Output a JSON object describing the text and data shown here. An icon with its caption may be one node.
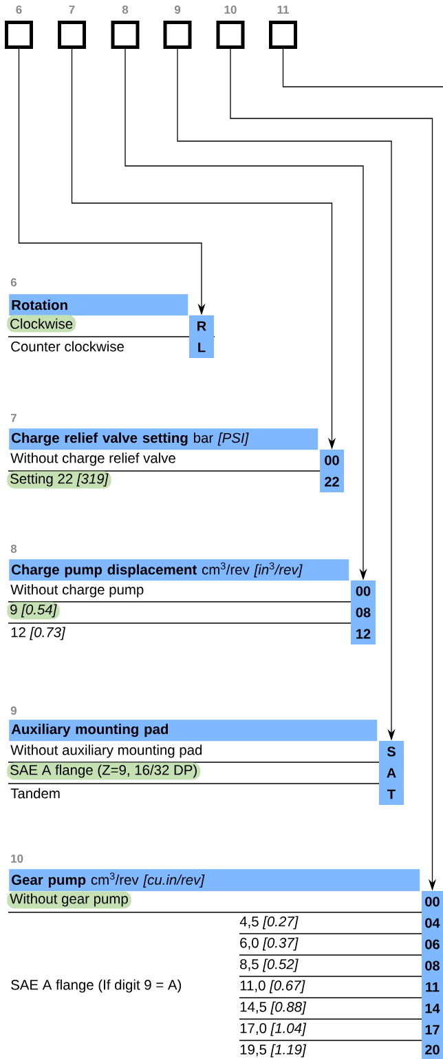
{
  "diagram": {
    "nodes": [
      {
        "text": [],
        "shape": "box",
        "beside": [
          "6"
        ]
      },
      {
        "text": [],
        "shape": "box",
        "beside": [
          "7"
        ]
      },
      {
        "text": [],
        "shape": "box",
        "beside": [
          "8"
        ]
      },
      {
        "text": [],
        "shape": "box",
        "beside": [
          "9"
        ]
      },
      {
        "text": [],
        "shape": "box",
        "beside": [
          "10"
        ]
      },
      {
        "text": [],
        "shape": "box",
        "beside": [
          "11"
        ]
      },
      {
        "text": [
          "**Rotation**"
        ]
      },
      {
        "text": [
          "Clockwise"
        ]
      },
      {
        "text": [
          "R"
        ]
      },
      {
        "text": [
          "L"
        ]
      },
      {
        "text": [
          "**Charge relief valve setting** bar *[PSI]*"
        ]
      },
      {
        "text": [
          "00"
        ]
      },
      {
        "text": [
          "Setting 22 *[319]*"
        ]
      },
      {
        "text": [
          "22"
        ]
      },
      {
        "text": [
          "**Charge pump displacement** cm$^{3}$/rev *[in*$^{3}$*/rev]*"
        ]
      },
      {
        "text": [
          "00"
        ]
      },
      {
        "text": [
          "9 *[0.54]*"
        ]
      },
      {
        "text": [
          "08"
        ]
      },
      {
        "text": [
          "12"
        ]
      },
      {
        "text": [
          "**Auxiliary mounting pad**"
        ]
      },
      {
        "text": [
          "S"
        ]
      },
      {
        "text": [
          "SAE A flange (Z=9, 16/32 DP)"
        ]
      },
      {
        "text": [
          "A"
        ]
      },
      {
        "text": [
          "T"
        ]
      },
      {
        "text": [
          "**Gear pump** cm$^{3}$/rev *[cu.in/rev]*"
        ]
      },
      {
        "text": [
          "Without gear pump"
        ]
      },
      {
        "text": [
          "00"
        ]
      },
      {
        "text": [
          "04"
        ]
      },
      {
        "text": [
          "06"
        ]
      },
      {
        "text": [
          "08"
        ]
      },
      {
        "text": [
          "11"
        ]
      },
      {
        "text": [
          "14"
        ]
      },
      {
        "text": [
          "17"
        ]
      },
      {
        "text": [
          "20"
        ]
      }
    ],
    "edges": [
      {
        "from": 0,
        "to": 8,
        "arrow": "to"
      },
      {
        "from": 1,
        "to": 11,
        "arrow": "to"
      },
      {
        "from": 2,
        "to": 15,
        "arrow": "to"
      },
      {
        "from": 3,
        "to": 20,
        "arrow": "to"
      },
      {
        "from": 4,
        "to": 26,
        "arrow": "to"
      },
      {
        "from": 5,
        "to": null,
        "arrow": "none"
      }
    ],
    "labels": [
      "6",
      "Counter clockwise",
      "7",
      "Without charge relief valve",
      "8",
      "Without charge pump",
      "12 *[0.73]*",
      "9",
      "Without auxiliary mounting pad",
      "Tandem",
      "10",
      "SAE A flange (If digit 9 = A)",
      "4,5 *[0.27]*",
      "6,0 *[0.37]*",
      "8,5 *[0.52]*",
      "11,0 *[0.67]*",
      "14,5 *[0.88]*",
      "17,0 *[1.04]*",
      "19,5 *[1.19]*"
    ]
  }
}
